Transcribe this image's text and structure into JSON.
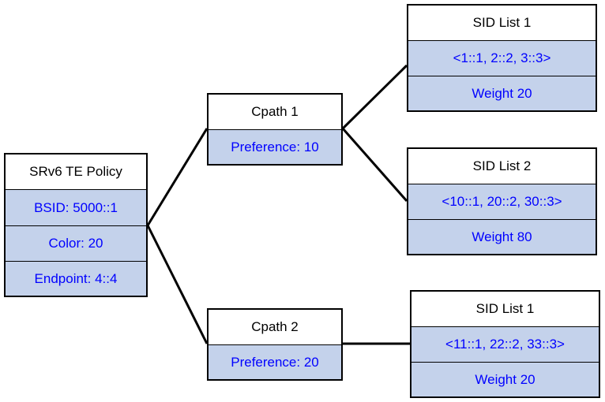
{
  "colors": {
    "header_bg": "#ffffff",
    "field_bg": "#c4d2eb",
    "field_text": "#0000ff",
    "header_text": "#000000",
    "line": "#000000"
  },
  "policy": {
    "title": "SRv6 TE Policy",
    "bsid": "BSID: 5000::1",
    "color": "Color: 20",
    "endpoint": "Endpoint: 4::4"
  },
  "cpaths": [
    {
      "title": "Cpath 1",
      "preference": "Preference: 10"
    },
    {
      "title": "Cpath 2",
      "preference": "Preference: 20"
    }
  ],
  "sid_lists": [
    {
      "title": "SID List 1",
      "sids": "<1::1, 2::2, 3::3>",
      "weight": "Weight 20"
    },
    {
      "title": "SID List 2",
      "sids": "<10::1, 20::2, 30::3>",
      "weight": "Weight 80"
    },
    {
      "title": "SID List 1",
      "sids": "<11::1, 22::2, 33::3>",
      "weight": "Weight 20"
    }
  ]
}
